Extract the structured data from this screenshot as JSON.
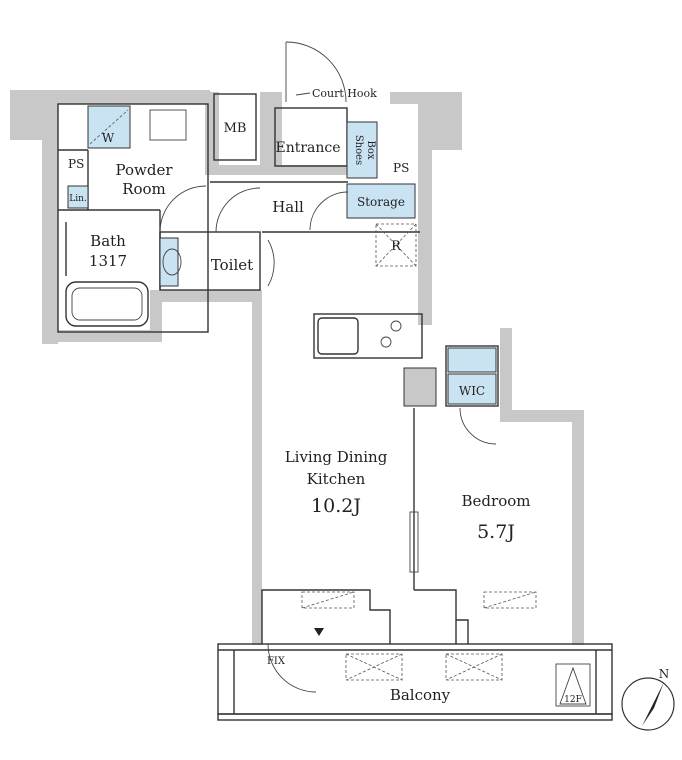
{
  "rooms": {
    "powder_room": "Powder\nRoom",
    "bath": "Bath\n1317",
    "toilet": "Toilet",
    "hall": "Hall",
    "entrance": "Entrance",
    "storage": "Storage",
    "mb": "MB",
    "ldk_name": "Living Dining\nKitchen",
    "ldk_size": "10.2J",
    "bedroom_name": "Bedroom",
    "bedroom_size": "5.7J",
    "wic": "WIC",
    "balcony": "Balcony"
  },
  "labels": {
    "court_hook": "Court Hook",
    "shoes_box": "Shoes\nBox",
    "ps_left": "PS",
    "ps_right": "PS",
    "washer": "W",
    "linen": "Lin.",
    "refrigerator": "R",
    "fix": "FIX",
    "floor": "12F",
    "north": "N"
  },
  "colors": {
    "fixture_blue": "#c9e3f3",
    "wall_gray": "#c8c8c8"
  }
}
